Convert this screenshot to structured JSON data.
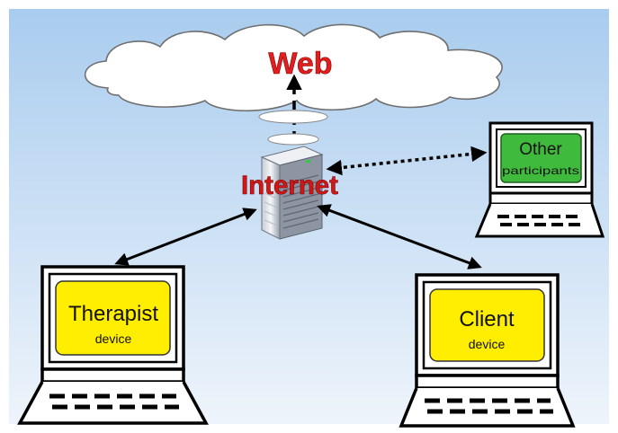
{
  "diagram": {
    "cloud_label": "Web",
    "server_label": "Internet",
    "laptops": {
      "other": {
        "line1": "Other",
        "line2": "participants"
      },
      "therapist": {
        "line1": "Therapist",
        "line2": "device"
      },
      "client": {
        "line1": "Client",
        "line2": "device"
      }
    }
  },
  "colors": {
    "sky_top": "#a9ccee",
    "sky_bottom": "#eef4fb",
    "cloud_label": "#e02020",
    "server_label": "#d01818",
    "screen_yellow": "#ffee00",
    "screen_green": "#3fba3c",
    "line": "#000000"
  }
}
